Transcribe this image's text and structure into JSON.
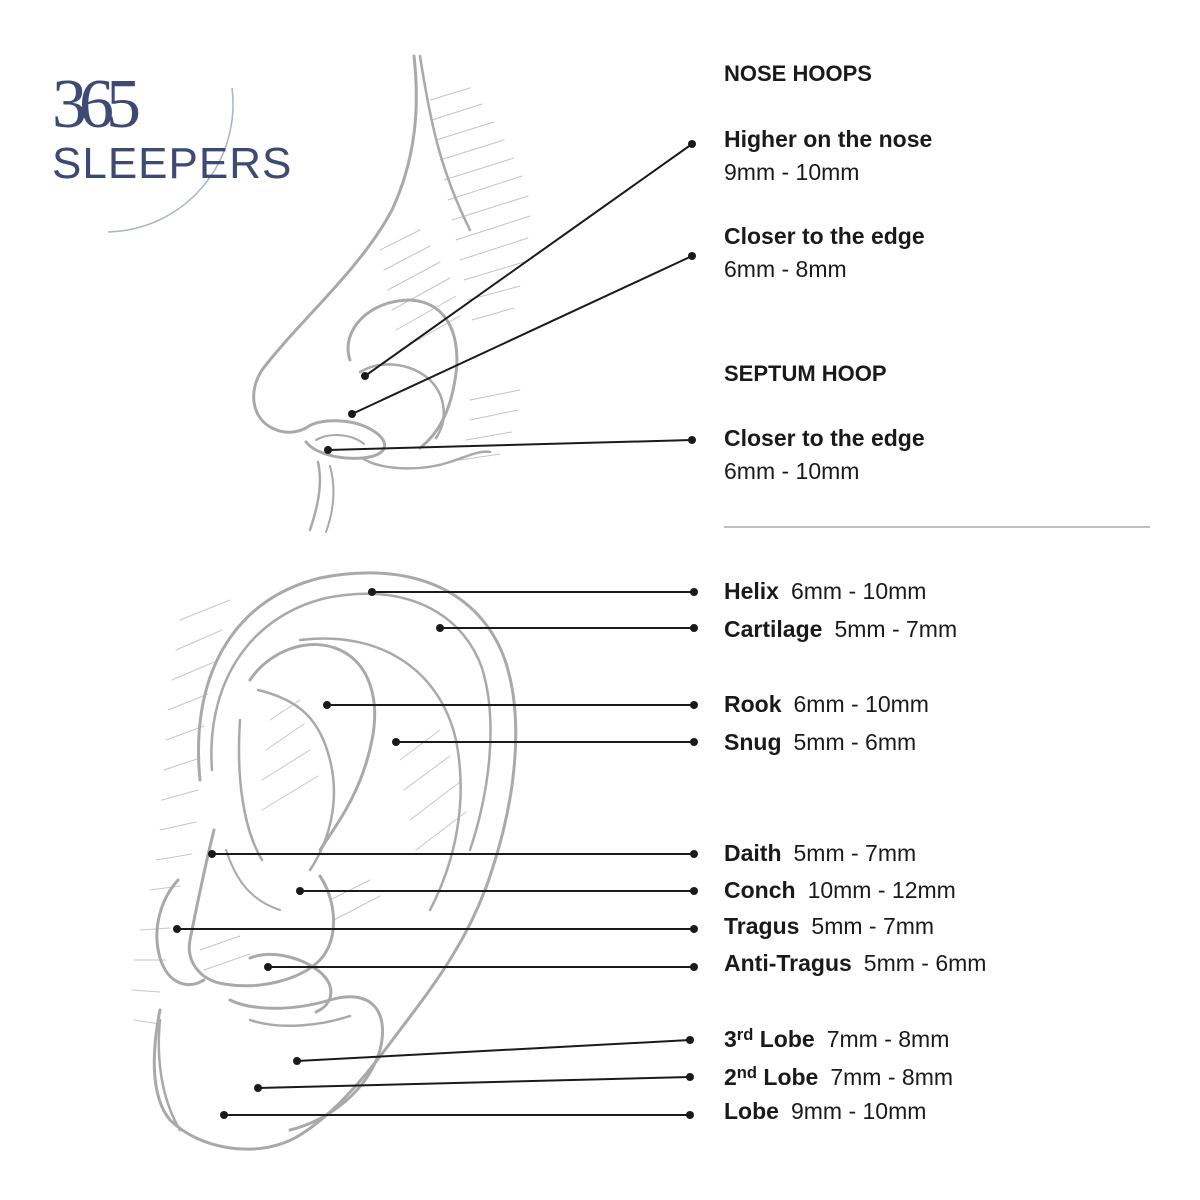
{
  "logo": {
    "number": "365",
    "word": "SLEEPERS"
  },
  "nose": {
    "hoops_heading": "NOSE HOOPS",
    "septum_heading": "SEPTUM HOOP",
    "items": [
      {
        "label": "Higher on the nose",
        "size": "9mm - 10mm"
      },
      {
        "label": "Closer to the edge",
        "size": "6mm - 8mm"
      },
      {
        "label": "Closer to the edge",
        "size": "6mm - 10mm"
      }
    ]
  },
  "ear": {
    "items": [
      {
        "name": "Helix",
        "size": "6mm - 10mm"
      },
      {
        "name": "Cartilage",
        "size": "5mm - 7mm"
      },
      {
        "name": "Rook",
        "size": "6mm - 10mm"
      },
      {
        "name": "Snug",
        "size": "5mm - 6mm"
      },
      {
        "name": "Daith",
        "size": "5mm - 7mm"
      },
      {
        "name": "Conch",
        "size": "10mm - 12mm"
      },
      {
        "name": "Tragus",
        "size": "5mm - 7mm"
      },
      {
        "name": "Anti-Tragus",
        "size": "5mm - 6mm"
      },
      {
        "name_prefix": "3",
        "name_sup": "rd",
        "name": " Lobe",
        "size": "7mm - 8mm"
      },
      {
        "name_prefix": "2",
        "name_sup": "nd",
        "name": " Lobe",
        "size": "7mm - 8mm"
      },
      {
        "name": "Lobe",
        "size": "9mm - 10mm"
      }
    ]
  },
  "colors": {
    "logo": "#3d4a73",
    "sketch": "#a9a9a9",
    "leader": "#1a1a1a"
  }
}
